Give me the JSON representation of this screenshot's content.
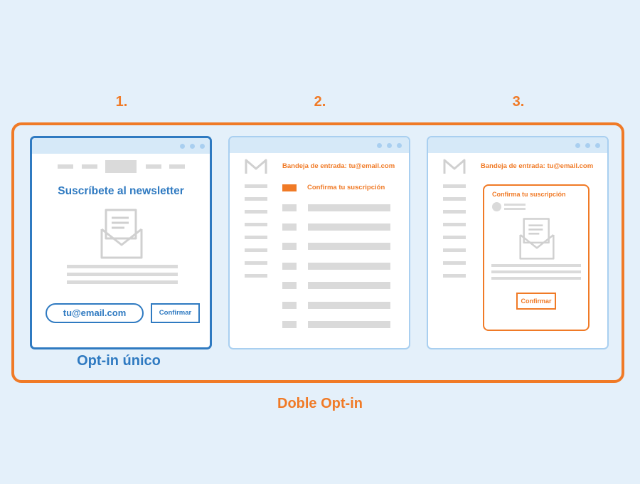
{
  "steps": [
    "1.",
    "2.",
    "3."
  ],
  "window1": {
    "title": "Suscríbete al newsletter",
    "email_value": "tu@email.com",
    "confirm_label": "Confirmar"
  },
  "window2": {
    "inbox_header": "Bandeja de entrada:  tu@email.com",
    "highlighted_email": "Confirma tu suscripción"
  },
  "window3": {
    "inbox_header": "Bandeja de entrada: tu@email.com",
    "card_title": "Confirma tu suscripción",
    "confirm_label": "Confirmar"
  },
  "captions": {
    "single": "Opt-in único",
    "double": "Doble Opt-in"
  },
  "colors": {
    "orange": "#f07a26",
    "blue": "#2f7ac1",
    "light_blue": "#a9cff0",
    "background": "#e4f0fa",
    "placeholder_gray": "#dadada"
  },
  "icons": [
    "envelope-icon",
    "gmail-logo-icon",
    "window-dots-icon"
  ]
}
